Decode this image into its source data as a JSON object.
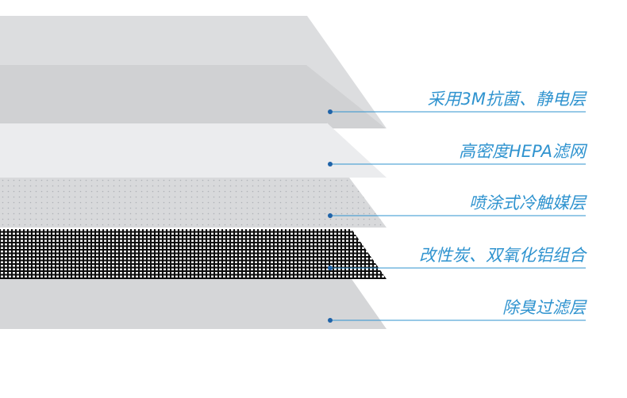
{
  "colors": {
    "accent": "#2f93cf",
    "dot": "#1f63a8"
  },
  "layers": [
    {
      "label": "采用3M抗菌、静电层",
      "material": "light-grey-sheet"
    },
    {
      "label": "高密度HEPA滤网",
      "material": "white-sheet"
    },
    {
      "label": "喷涂式冷触媒层",
      "material": "dotted-sheet"
    },
    {
      "label": "改性炭、双氧化铝组合",
      "material": "black-mesh"
    },
    {
      "label": "除臭过滤层",
      "material": "grey-sheet"
    }
  ]
}
